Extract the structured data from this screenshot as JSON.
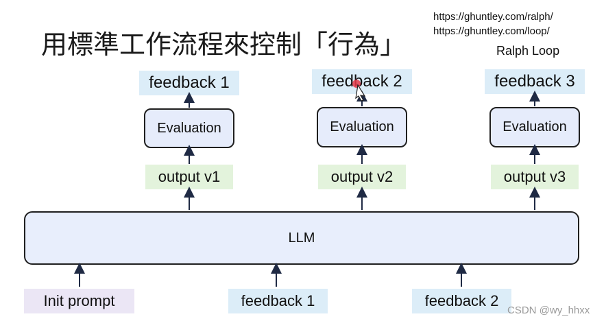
{
  "title": "用標準工作流程來控制「行為」",
  "links": [
    "https://ghuntley.com/ralph/",
    "https://ghuntley.com/loop/"
  ],
  "ralph_label": "Ralph Loop",
  "top_feedbacks": [
    "feedback 1",
    "feedback 2",
    "feedback 3"
  ],
  "evaluations": [
    "Evaluation",
    "Evaluation",
    "Evaluation"
  ],
  "outputs": [
    "output v1",
    "output v2",
    "output v3"
  ],
  "llm_label": "LLM",
  "inputs": [
    "Init prompt",
    "feedback 1",
    "feedback 2"
  ],
  "watermark": "CSDN @wy_hhxx",
  "colors": {
    "feedback_fill": "#dcedf8",
    "evaluation_fill": "#e6ecfb",
    "output_fill": "#e3f3dc",
    "llm_fill": "#e8eefc",
    "init_prompt_fill": "#ebe6f5",
    "border": "#1f1f1f"
  }
}
